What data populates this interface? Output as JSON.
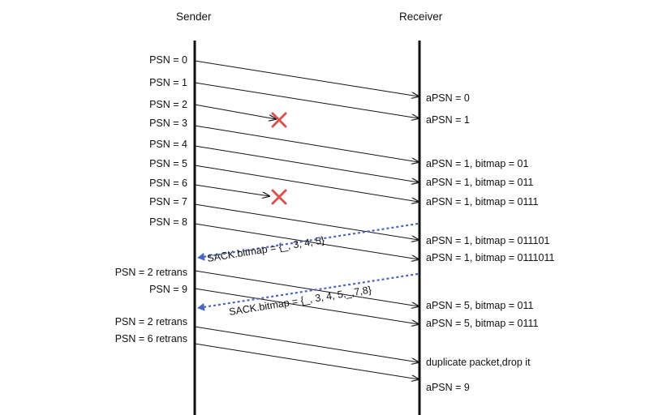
{
  "headers": {
    "sender": "Sender",
    "receiver": "Receiver"
  },
  "sender_labels": [
    "PSN = 0",
    "PSN = 1",
    "PSN = 2",
    "PSN = 3",
    "PSN = 4",
    "PSN = 5",
    "PSN = 6",
    "PSN = 7",
    "PSN = 8",
    "PSN = 2 retrans",
    "PSN = 9",
    "PSN = 2 retrans",
    "PSN = 6 retrans"
  ],
  "receiver_labels": [
    "aPSN = 0",
    "aPSN = 1",
    "aPSN = 1,  bitmap = 01",
    "aPSN = 1,  bitmap = 011",
    "aPSN = 1,  bitmap = 0111",
    "aPSN = 1,  bitmap = 011101",
    "aPSN = 1,  bitmap = 0111011",
    "aPSN = 5,  bitmap = 011",
    "aPSN = 5,  bitmap = 0111",
    "duplicate packet,drop it",
    "aPSN = 9"
  ],
  "sack_labels": [
    "SACK.bitmap = {_, 3, 4, 5}",
    "SACK.bitmap = {_, 3, 4, 5,_,7,8}"
  ],
  "colors": {
    "line": "#111111",
    "sack": "#4a66c4",
    "loss": "#d9534f"
  }
}
